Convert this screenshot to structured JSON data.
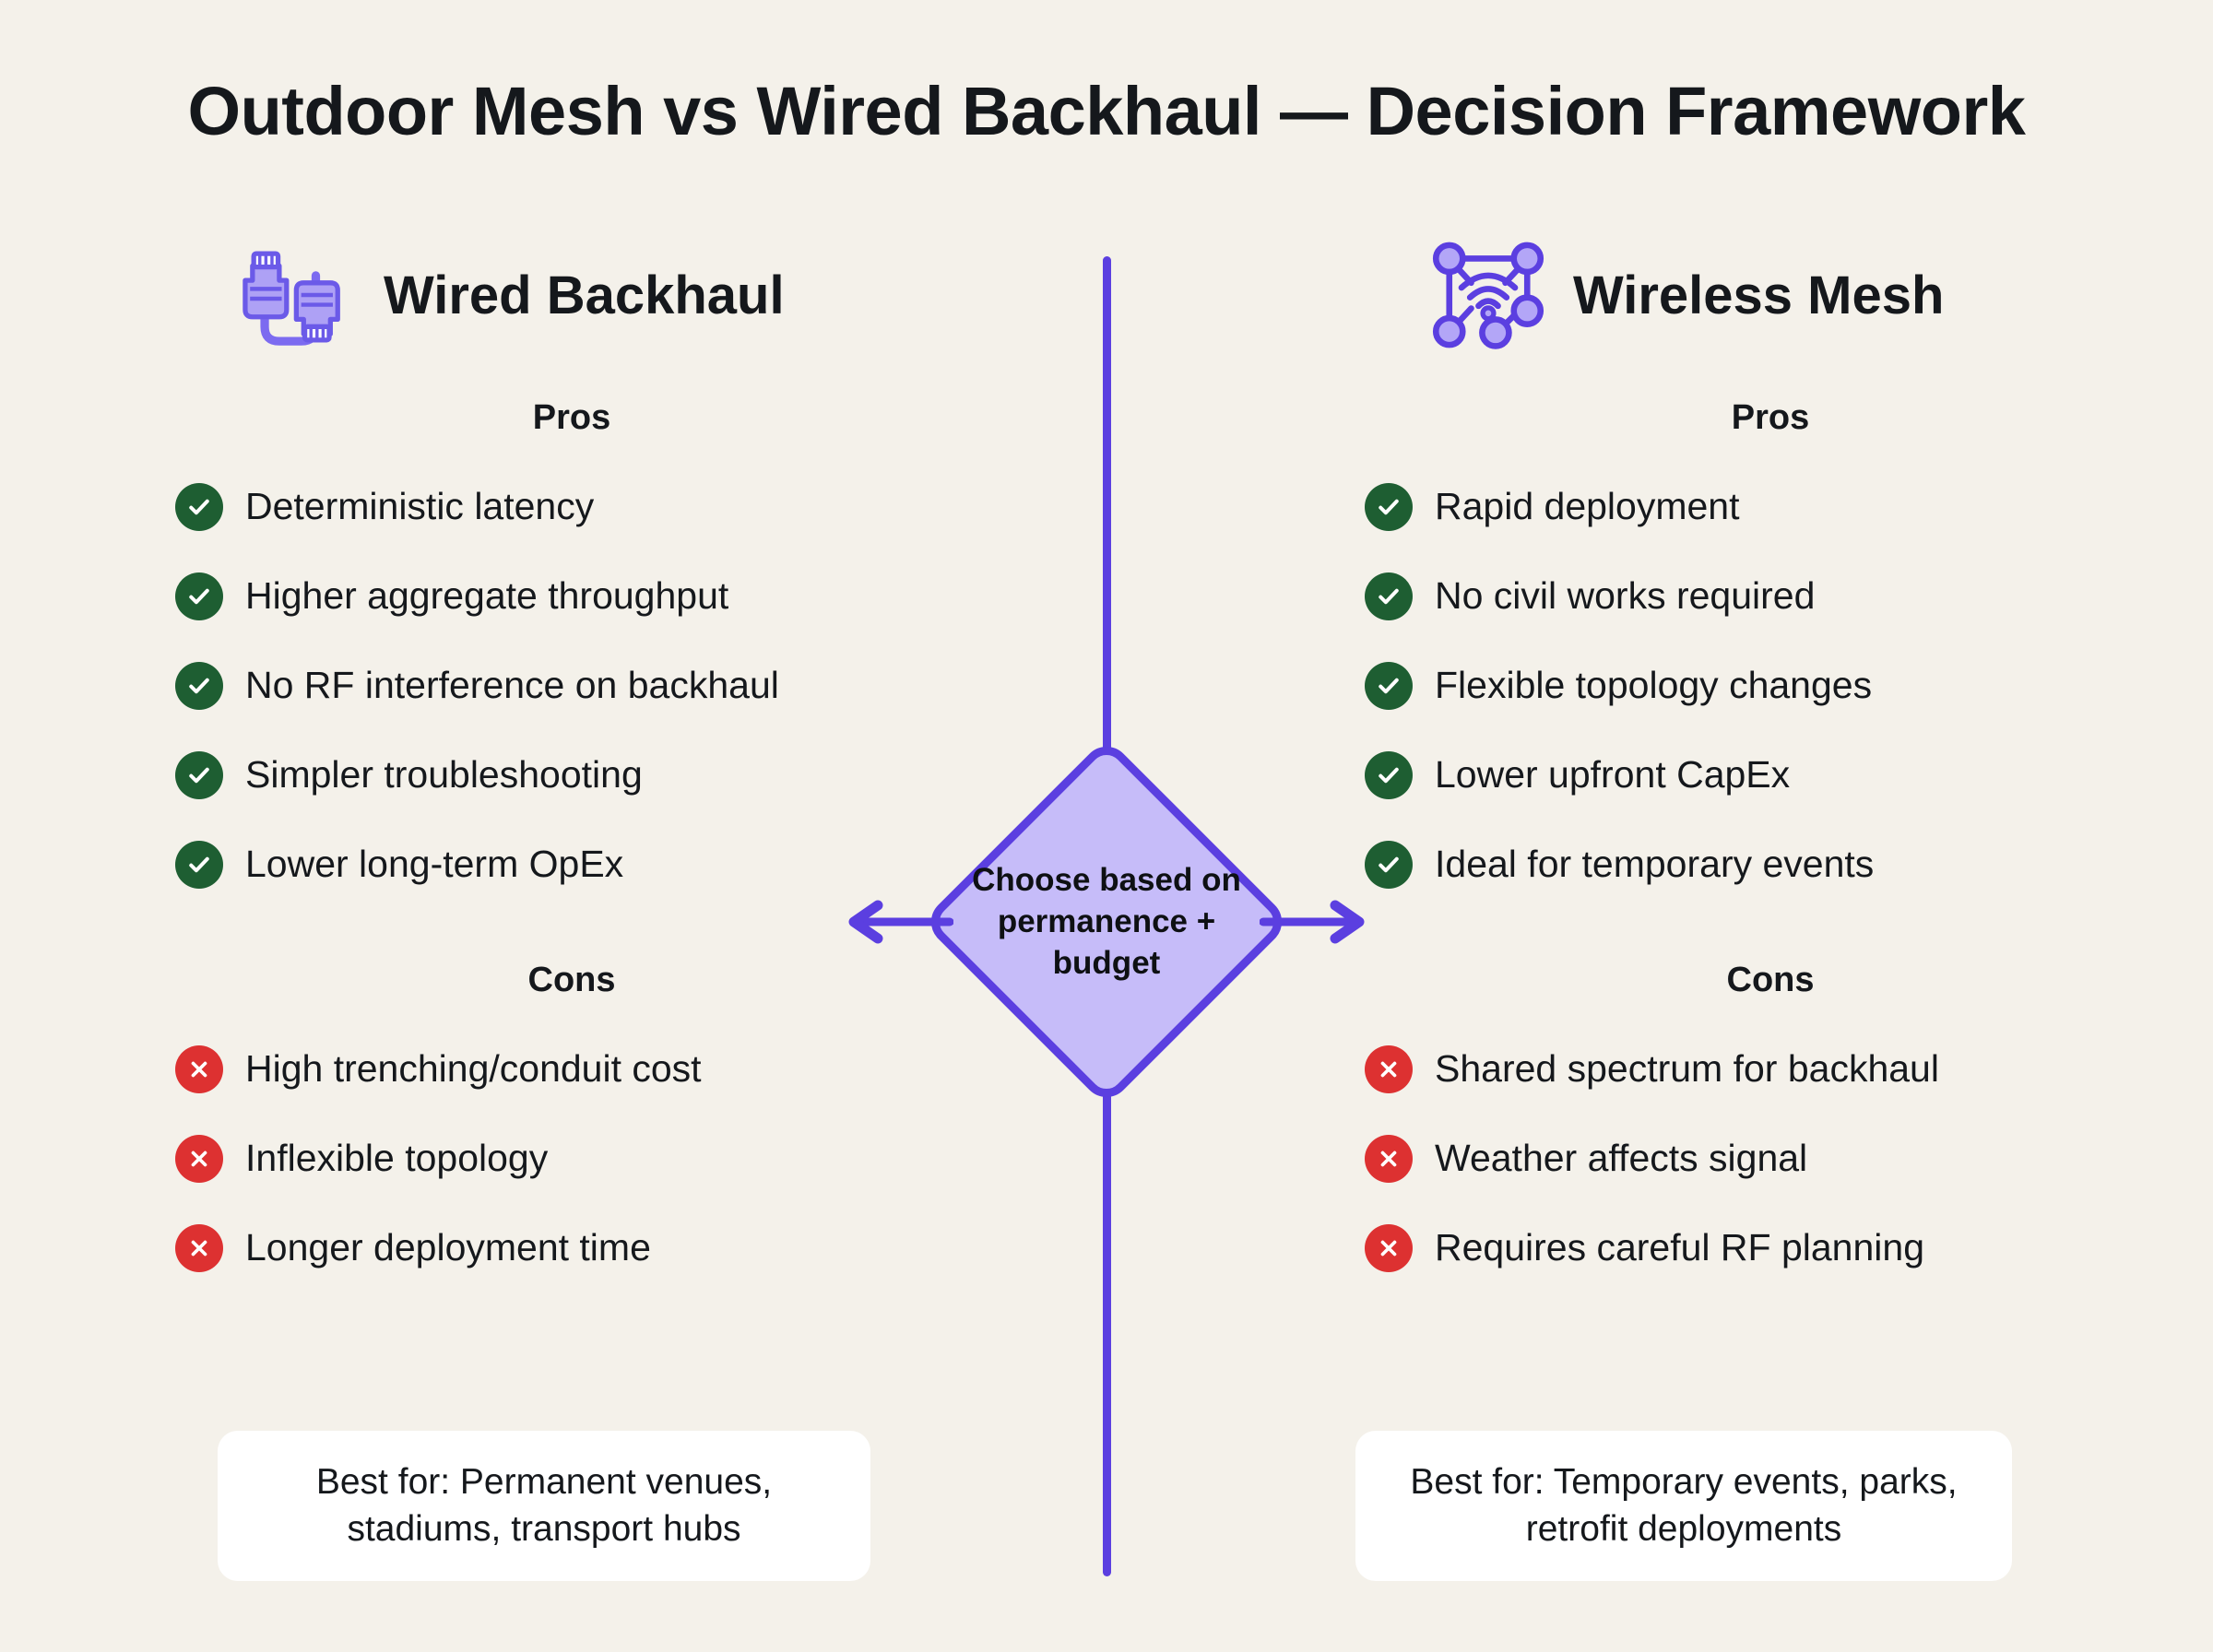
{
  "page": {
    "title": "Outdoor Mesh vs Wired Backhaul — Decision Framework",
    "background_color": "#F4F1EA",
    "accent_color": "#5B3FE0",
    "pro_color": "#1E5E32",
    "con_color": "#DD3131"
  },
  "center": {
    "label": "Choose based on permanence + budget",
    "fill_color": "#C6BCF9",
    "border_color": "#5B3FE0",
    "left_arrow_icon": "arrow-left-icon",
    "right_arrow_icon": "arrow-right-icon",
    "divider_icon": "vertical-divider"
  },
  "columns": [
    {
      "id": "wired",
      "icon": "ethernet-cable-icon",
      "title": "Wired Backhaul",
      "pros_label": "Pros",
      "pros": [
        "Deterministic latency",
        "Higher aggregate throughput",
        "No RF interference on backhaul",
        "Simpler troubleshooting",
        "Lower long-term OpEx"
      ],
      "cons_label": "Cons",
      "cons": [
        "High trenching/conduit cost",
        "Inflexible topology",
        "Longer deployment time"
      ],
      "best_for": "Best for: Permanent venues, stadiums, transport hubs"
    },
    {
      "id": "mesh",
      "icon": "wireless-mesh-icon",
      "title": "Wireless Mesh",
      "pros_label": "Pros",
      "pros": [
        "Rapid deployment",
        "No civil works required",
        "Flexible topology changes",
        "Lower upfront CapEx",
        "Ideal for temporary events"
      ],
      "cons_label": "Cons",
      "cons": [
        "Shared spectrum for backhaul",
        "Weather affects signal",
        "Requires careful RF planning"
      ],
      "best_for": "Best for: Temporary events, parks, retrofit deployments"
    }
  ]
}
